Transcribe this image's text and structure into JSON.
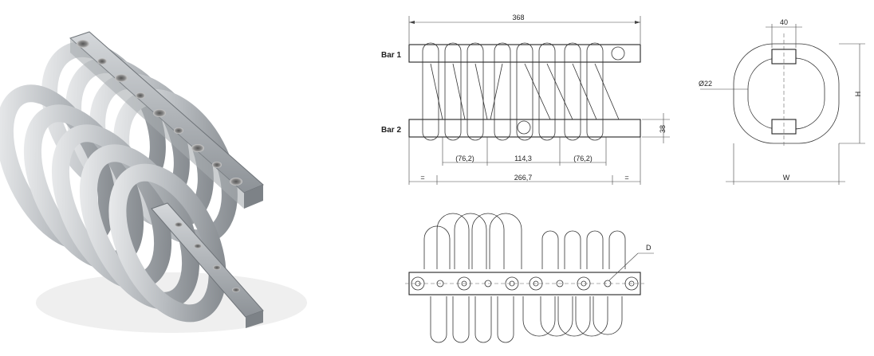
{
  "labels": {
    "bar1": "Bar 1",
    "bar2": "Bar 2",
    "dim_overall_length": "368",
    "dim_bar_height": "38",
    "dim_spacing_left": "(76,2)",
    "dim_spacing_center": "114,3",
    "dim_spacing_right": "(76,2)",
    "dim_span": "266,7",
    "dim_equal_left": "=",
    "dim_equal_right": "=",
    "dim_width_top": "40",
    "dim_diameter": "Ø22",
    "dim_height": "H",
    "dim_width": "W",
    "dim_diameter_callout": "D"
  },
  "colors": {
    "cable_light": "#e2e4e6",
    "cable_dark": "#8c9196",
    "bar_metal": "#9ea3a8",
    "line": "#222222"
  }
}
